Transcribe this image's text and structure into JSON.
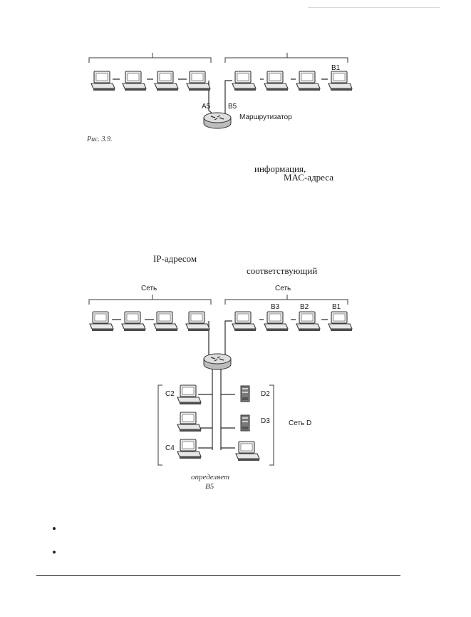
{
  "figure1": {
    "labels": {
      "a5": "A5",
      "b5": "B5",
      "b1": "B1",
      "router": "Маршрутизатор"
    },
    "caption": "Рис. 3.9."
  },
  "text_fragments": {
    "informacia": "информация,",
    "mac": "МАС-адреса",
    "ip": "IP-адресом",
    "sootv": "соответствующий"
  },
  "figure2": {
    "labels": {
      "net_left": "Сеть",
      "net_right": "Сеть",
      "b3": "B3",
      "b2": "B2",
      "b1": "B1",
      "c2": "C2",
      "c4": "C4",
      "d2": "D2",
      "d3": "D3",
      "net_d": "Сеть D"
    },
    "caption_line1": "определяет",
    "caption_line2": "B5"
  }
}
